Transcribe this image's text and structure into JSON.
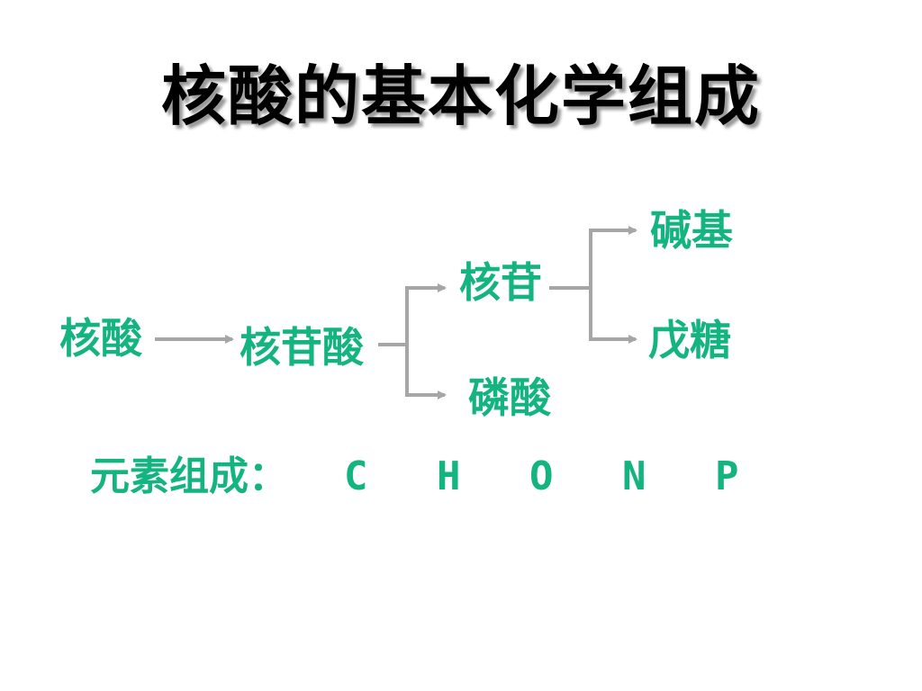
{
  "slide": {
    "title": "核酸的基本化学组成"
  },
  "tree": {
    "root": "核酸",
    "level1": "核苷酸",
    "level2_upper": "核苷",
    "level2_lower": "磷酸",
    "level3_upper": "碱基",
    "level3_lower": "戊糖"
  },
  "elements": {
    "label": "元素组成：",
    "symbols": [
      "C",
      "H",
      "O",
      "N",
      "P"
    ]
  },
  "colors": {
    "node_text": "#14b481",
    "title_text": "#000000",
    "connector": "#a6a6a6",
    "background": "#ffffff"
  }
}
